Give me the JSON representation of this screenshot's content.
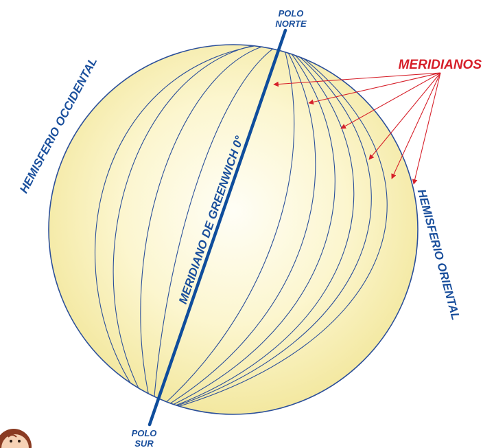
{
  "labels": {
    "north_pole_line1": "POLO",
    "north_pole_line2": "NORTE",
    "south_pole_line1": "POLO",
    "south_pole_line2": "SUR",
    "meridians": "MERIDIANOS",
    "western_hemisphere": "HEMISFERIO OCCIDENTAL",
    "eastern_hemisphere": "HEMISFERIO ORIENTAL",
    "greenwich": "MERIDIANO DE GREENWICH 0°"
  },
  "colors": {
    "globe_center": "#fffef6",
    "globe_edge": "#f3e8a0",
    "meridian_line": "#2b4f9a",
    "axis": "#0f4d9c",
    "label_blue": "#1a4f9c",
    "label_red": "#d6202a",
    "arrow": "#d6202a"
  },
  "icons": {
    "corner_figure": "cartoon-face-icon"
  }
}
